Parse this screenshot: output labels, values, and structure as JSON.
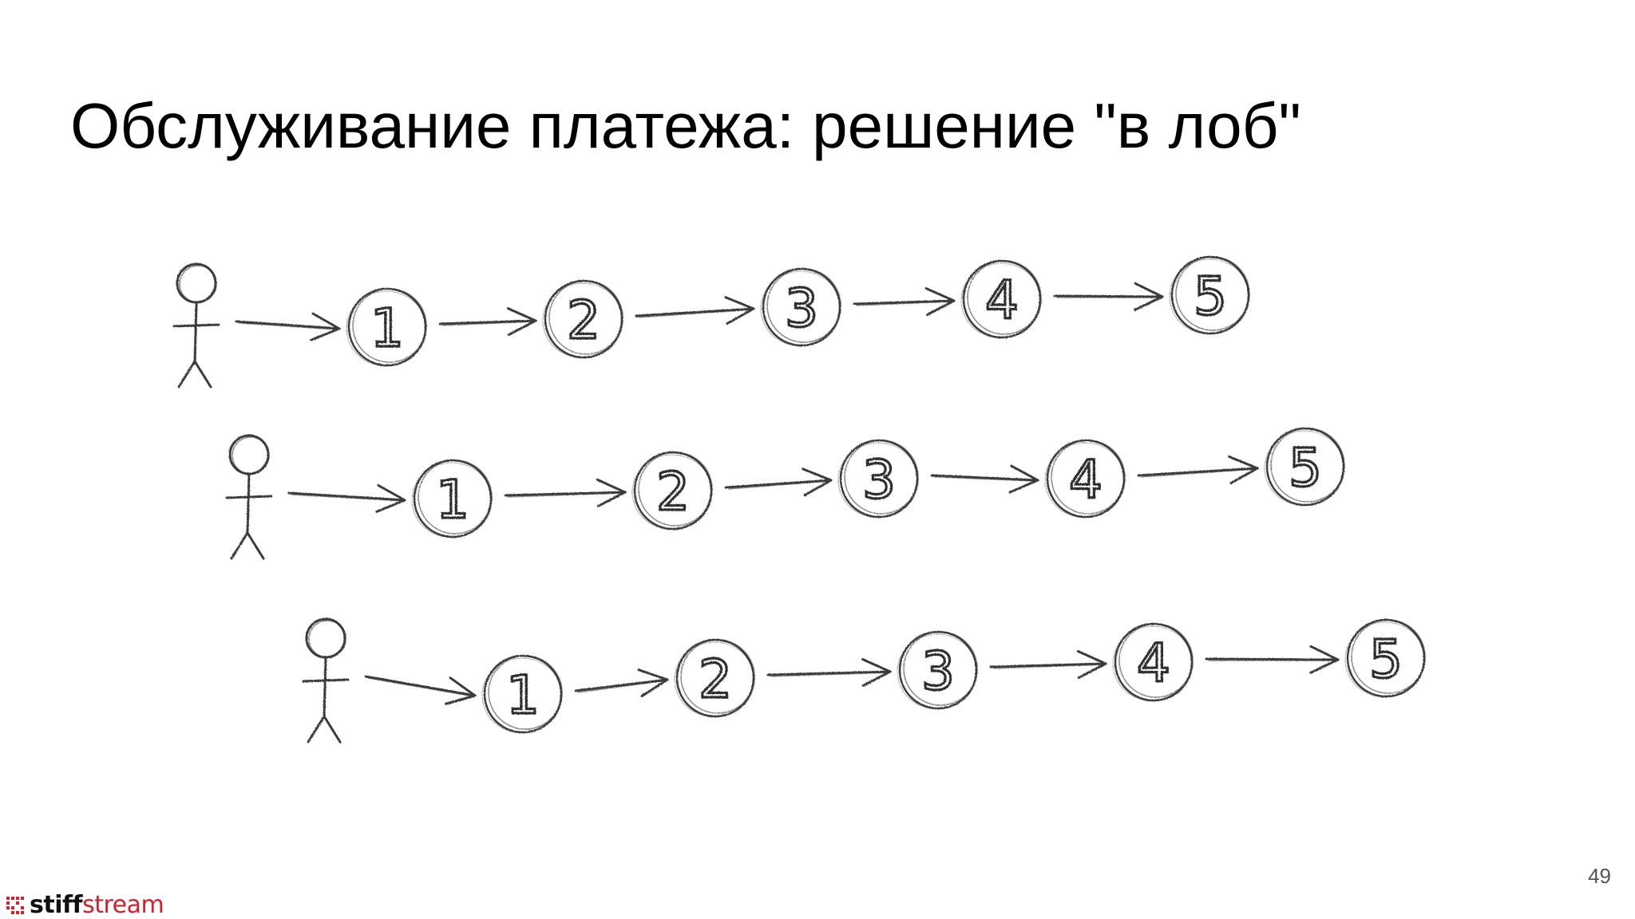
{
  "slide": {
    "title": "Обслуживание платежа: решение \"в лоб\"",
    "page_number": "49"
  },
  "logo": {
    "part1": "stiff",
    "part2": "stream",
    "accent_color": "#d21f2b"
  },
  "diagram": {
    "rows": [
      {
        "actor": "actor",
        "steps": [
          "1",
          "2",
          "3",
          "4",
          "5"
        ]
      },
      {
        "actor": "actor",
        "steps": [
          "1",
          "2",
          "3",
          "4",
          "5"
        ]
      },
      {
        "actor": "actor",
        "steps": [
          "1",
          "2",
          "3",
          "4",
          "5"
        ]
      }
    ],
    "stroke_color": "#3a3a3a"
  }
}
